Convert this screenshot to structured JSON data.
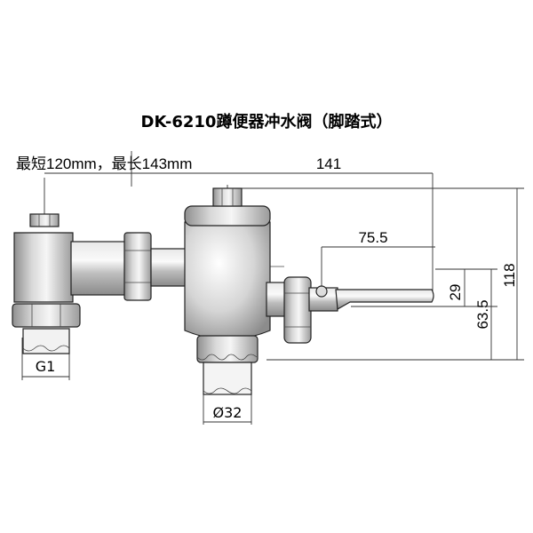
{
  "title": "DK-6210蹲便器冲水阀（脚踏式）",
  "length_note": "最短120mm，最长143mm",
  "dimensions": {
    "overall_length": "141",
    "pedal_length": "75.5",
    "height_total": "118",
    "height_pedal": "29",
    "height_outlet": "63.5",
    "inlet_thread": "G1",
    "outlet_diameter": "Ø32"
  }
}
